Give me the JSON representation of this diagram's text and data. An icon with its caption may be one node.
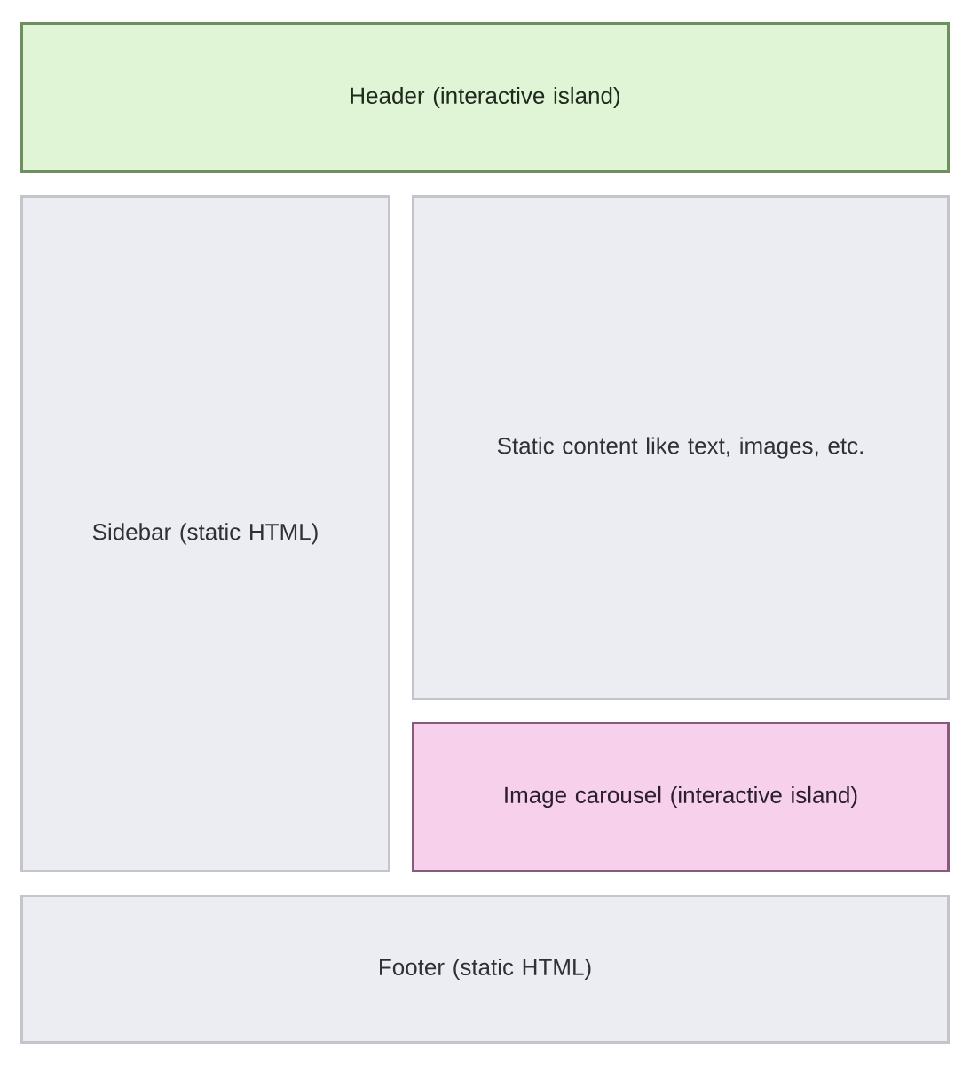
{
  "diagram": {
    "nodes": [
      {
        "text": [
          "Header (interactive island)"
        ]
      },
      {
        "text": [
          "Sidebar (static HTML)"
        ]
      },
      {
        "text": [
          "Static content like text, images, etc."
        ]
      },
      {
        "text": [
          "Image carousel (interactive island)"
        ]
      },
      {
        "text": [
          "Footer (static HTML)"
        ]
      }
    ]
  }
}
